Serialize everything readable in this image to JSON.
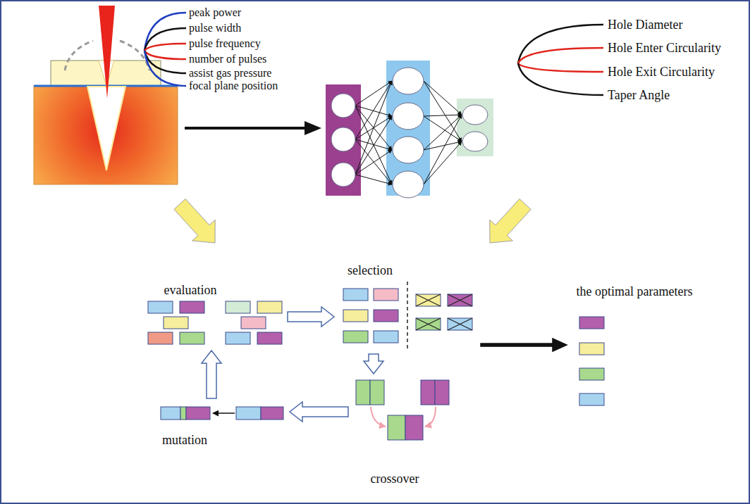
{
  "diagram": {
    "nodes": [
      {
        "text": [
          "evaluation"
        ]
      },
      {
        "text": [
          "selection"
        ]
      },
      {
        "text": [
          "crossover"
        ]
      },
      {
        "text": [
          "mutation"
        ]
      },
      {
        "text": [
          "the optimal parameters"
        ]
      }
    ],
    "edges": [
      {
        "from": 0,
        "to": 1,
        "arrow": "to"
      },
      {
        "from": 1,
        "to": 2,
        "arrow": "to"
      },
      {
        "from": 2,
        "to": 3,
        "arrow": "to"
      },
      {
        "from": 3,
        "to": 0,
        "arrow": "to"
      },
      {
        "from": 1,
        "to": 4,
        "arrow": "to"
      }
    ],
    "labels": [
      "peak power",
      "pulse width",
      "pulse frequency",
      "number of pulses",
      "assist gas pressure",
      "focal plane position",
      "Hole Diameter",
      "Hole Enter Circularity",
      "Hole Exit Circularity",
      "Taper Angle"
    ]
  }
}
